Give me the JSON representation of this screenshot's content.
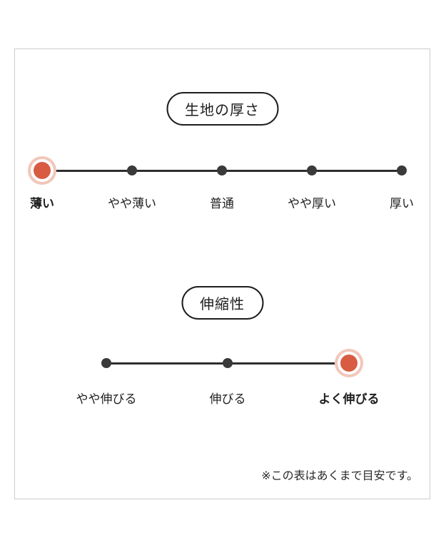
{
  "scales": [
    {
      "title": "生地の厚さ",
      "selected": "薄い",
      "options": [
        {
          "label": "薄い",
          "selected": true
        },
        {
          "label": "やや薄い",
          "selected": false
        },
        {
          "label": "普通",
          "selected": false
        },
        {
          "label": "やや厚い",
          "selected": false
        },
        {
          "label": "厚い",
          "selected": false
        }
      ]
    },
    {
      "title": "伸縮性",
      "selected": "よく伸びる",
      "options": [
        {
          "label": "やや伸びる",
          "selected": false
        },
        {
          "label": "伸びる",
          "selected": false
        },
        {
          "label": "よく伸びる",
          "selected": true
        }
      ]
    }
  ],
  "note": "※この表はあくまで目安です。",
  "colors": {
    "accent": "#d85c42",
    "accent_halo": "#f2c6b9",
    "dot": "#3a3a3a",
    "line": "#2e2e2e",
    "frame_border": "#cccccc"
  }
}
